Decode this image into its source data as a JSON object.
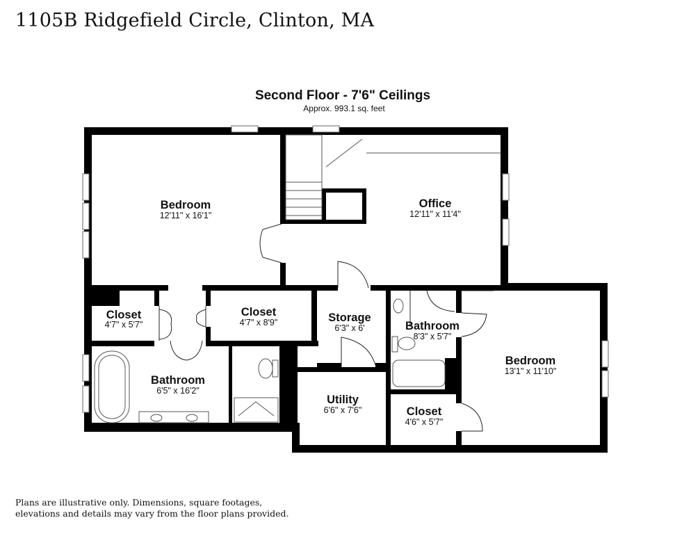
{
  "address": "1105B Ridgefield Circle, Clinton, MA",
  "floor": {
    "title": "Second Floor - 7'6\" Ceilings",
    "area": "Approx. 993.1 sq. feet"
  },
  "rooms": [
    {
      "name": "Bedroom",
      "dims": "12'11\" x 16'1\""
    },
    {
      "name": "Office",
      "dims": "12'11\" x 11'4\""
    },
    {
      "name": "Closet",
      "dims": "4'7\" x 5'7\""
    },
    {
      "name": "Closet",
      "dims": "4'7\" x 8'9\""
    },
    {
      "name": "Storage",
      "dims": "6'3\" x 6'"
    },
    {
      "name": "Bathroom",
      "dims": "8'3\" x 5'7\""
    },
    {
      "name": "Bedroom",
      "dims": "13'1\" x 11'10\""
    },
    {
      "name": "Bathroom",
      "dims": "6'5\" x 16'2\""
    },
    {
      "name": "Utility",
      "dims": "6'6\" x 7'6\""
    },
    {
      "name": "Closet",
      "dims": "4'6\" x 5'7\""
    }
  ],
  "disclaimer": "Plans are illustrative only. Dimensions, square footages, elevations and details may vary from the floor plans provided."
}
